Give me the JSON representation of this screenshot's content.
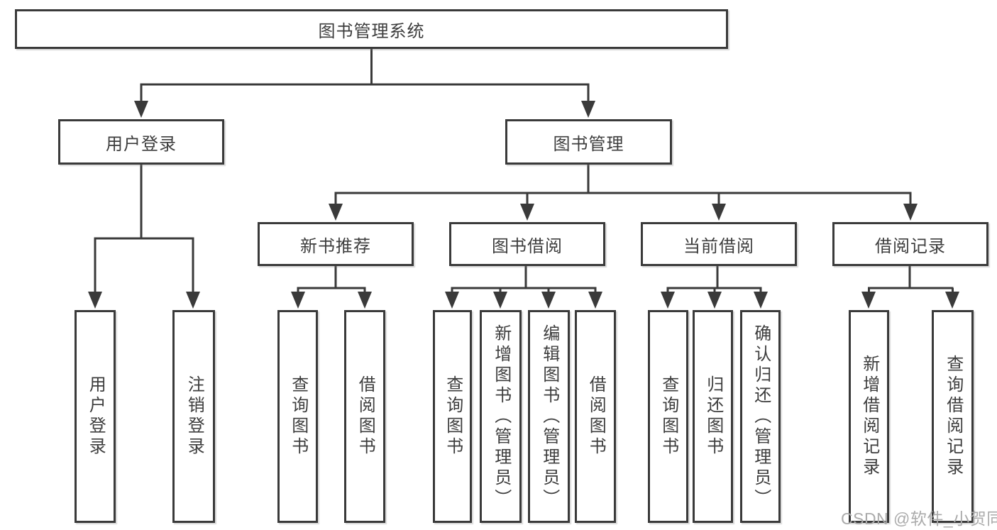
{
  "diagram": {
    "root": {
      "label": "图书管理系统"
    },
    "branches": [
      {
        "label": "用户登录",
        "children": [
          {
            "label": "用户登录"
          },
          {
            "label": "注销登录"
          }
        ]
      },
      {
        "label": "图书管理",
        "children": [
          {
            "label": "新书推荐",
            "children": [
              {
                "label": "查询图书"
              },
              {
                "label": "借阅图书"
              }
            ]
          },
          {
            "label": "图书借阅",
            "children": [
              {
                "label": "查询图书"
              },
              {
                "label": "新增图书（管理员）"
              },
              {
                "label": "编辑图书（管理员）"
              },
              {
                "label": "借阅图书"
              }
            ]
          },
          {
            "label": "当前借阅",
            "children": [
              {
                "label": "查询图书"
              },
              {
                "label": "归还图书"
              },
              {
                "label": "确认归还（管理员）"
              }
            ]
          },
          {
            "label": "借阅记录",
            "children": [
              {
                "label": "新增借阅记录"
              },
              {
                "label": "查询借阅记录"
              }
            ]
          }
        ]
      }
    ]
  },
  "watermark": {
    "text": "CSDN @软件_小贺同学"
  },
  "colors": {
    "line": "#3a3a3a",
    "border": "#3a3a3a",
    "text": "#3d3d3d",
    "background": "#ffffff",
    "watermark": "#ababab"
  }
}
